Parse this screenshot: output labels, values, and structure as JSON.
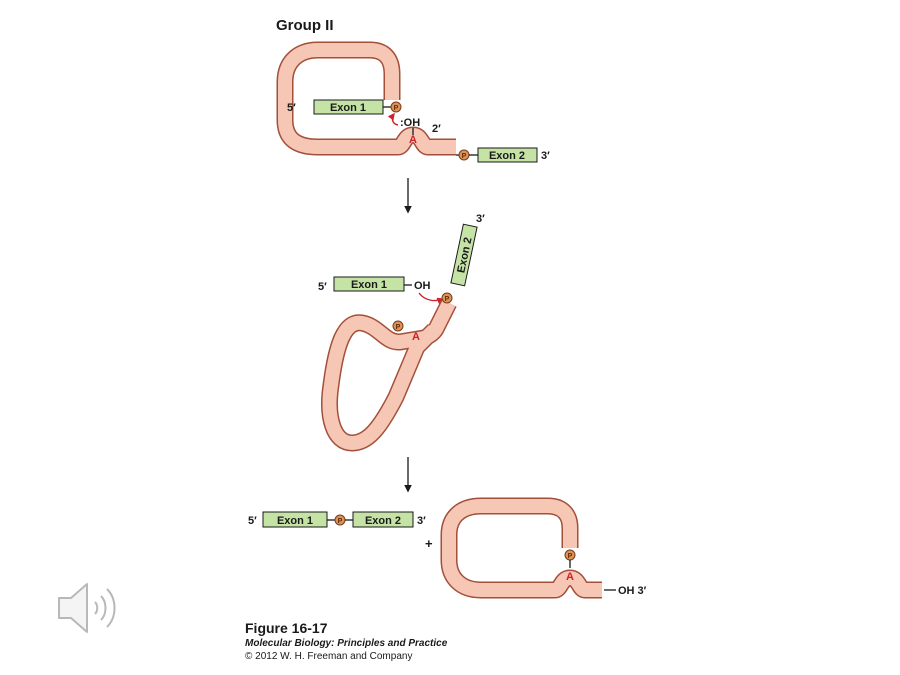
{
  "diagram": {
    "title": "Group II",
    "exon1": "Exon 1",
    "exon2": "Exon 2",
    "five_prime": "5′",
    "three_prime": "3′",
    "two_prime": "2′",
    "oh_colon": ":OH",
    "oh": "OH",
    "phosphate": "P",
    "adenosine": "A",
    "plus": "+",
    "oh3": "OH 3′"
  },
  "caption": {
    "title": "Figure 16-17",
    "subtitle": "Molecular Biology: Principles and Practice",
    "copyright": "© 2012 W. H. Freeman and Company"
  },
  "icons": {
    "speaker": "speaker-icon"
  }
}
